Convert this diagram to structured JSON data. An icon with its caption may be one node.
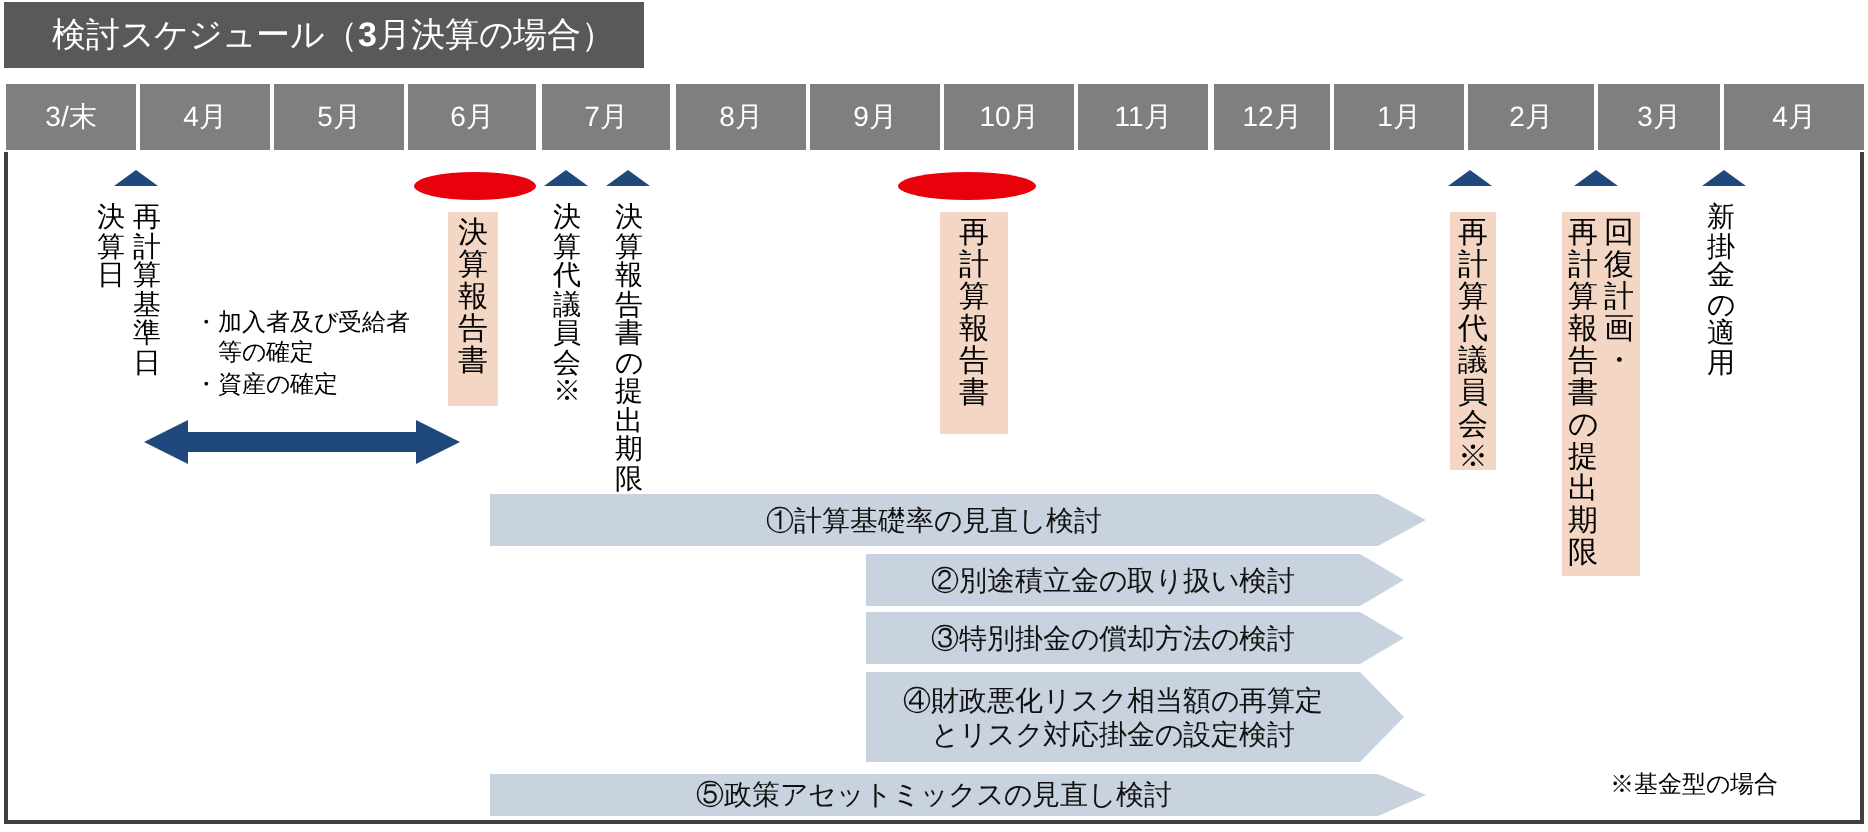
{
  "diagram": {
    "title": "検討スケジュール（**3**月決算の場合）",
    "nodes": [
      {
        "text": [
          "3/末"
        ]
      },
      {
        "text": [
          "4月"
        ]
      },
      {
        "text": [
          "5月"
        ]
      },
      {
        "text": [
          "6月"
        ]
      },
      {
        "text": [
          "7月"
        ]
      },
      {
        "text": [
          "8月"
        ]
      },
      {
        "text": [
          "9月"
        ]
      },
      {
        "text": [
          "10月"
        ]
      },
      {
        "text": [
          "11月"
        ]
      },
      {
        "text": [
          "12月"
        ]
      },
      {
        "text": [
          "1月"
        ]
      },
      {
        "text": [
          "2月"
        ]
      },
      {
        "text": [
          "3月"
        ]
      },
      {
        "text": [
          "4月"
        ]
      },
      {
        "text": [
          "決算報告書"
        ]
      },
      {
        "text": [
          "再計算報告書"
        ]
      },
      {
        "text": [
          "再計算代議員会※"
        ]
      },
      {
        "text": [
          "回復計画・再計算報告書の提出期限"
        ]
      },
      {
        "text": [
          "①計算基礎率の見直し検討"
        ]
      },
      {
        "text": [
          "②別途積立金の取り扱い検討"
        ]
      },
      {
        "text": [
          "③特別掛金の償却方法の検討"
        ]
      },
      {
        "text": [
          "④財政悪化リスク相当額の再算定とリスク対応掛金の設定検討"
        ]
      },
      {
        "text": [
          "⑤政策アセットミックスの見直し検討"
        ]
      }
    ],
    "labels": [
      "決算日",
      "再計算基準日",
      "・加入者及び受給者等の確定",
      "・資産の確定",
      "決算代議員会※",
      "決算報告書の提出期限",
      "新掛金の適用",
      "※基金型の場合"
    ]
  }
}
